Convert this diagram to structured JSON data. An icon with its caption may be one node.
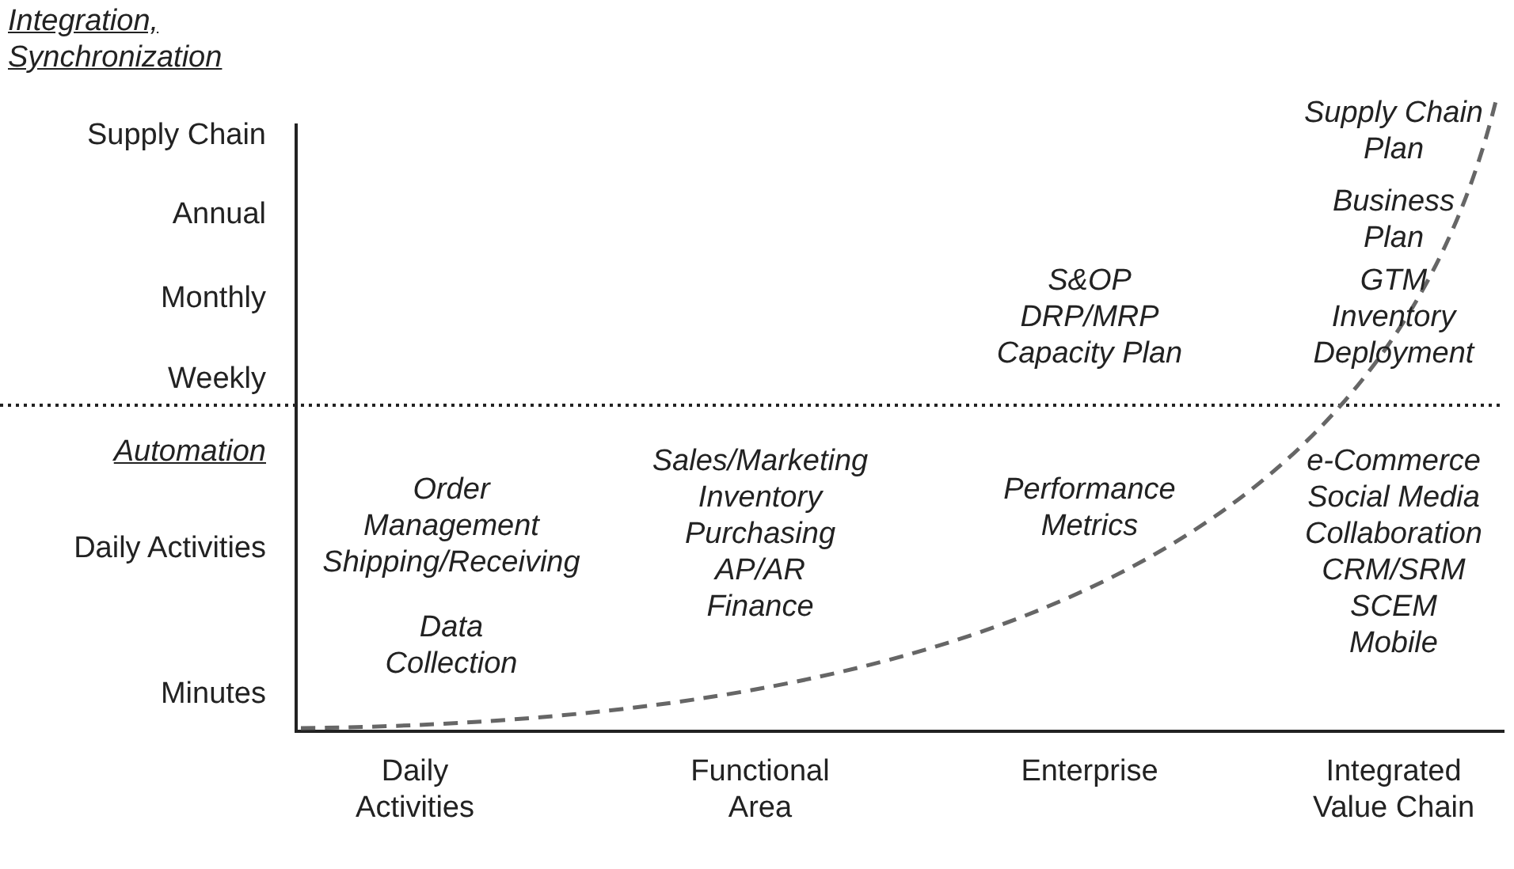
{
  "diagram": {
    "labels": [
      "Integration, Synchronization",
      "Supply Chain",
      "Supply Chain Plan",
      "Annual",
      "Business Plan",
      "Monthly",
      "S&OP",
      "DRP/MRP",
      "Capacity Plan",
      "GTM Inventory Deployment",
      "Weekly",
      "Automation",
      "Sales/Marketing",
      "Inventory",
      "Purchasing",
      "AP/AR",
      "Finance",
      "Order Management",
      "Shipping/Receiving",
      "Performance Metrics",
      "e-Commerce",
      "Social Media",
      "Collaboration",
      "CRM/SRM",
      "SCEM",
      "Mobile",
      "Daily Activities",
      "Data Collection",
      "Minutes",
      "Daily Activities",
      "Functional Area",
      "Enterprise",
      "Integrated Value Chain"
    ]
  }
}
